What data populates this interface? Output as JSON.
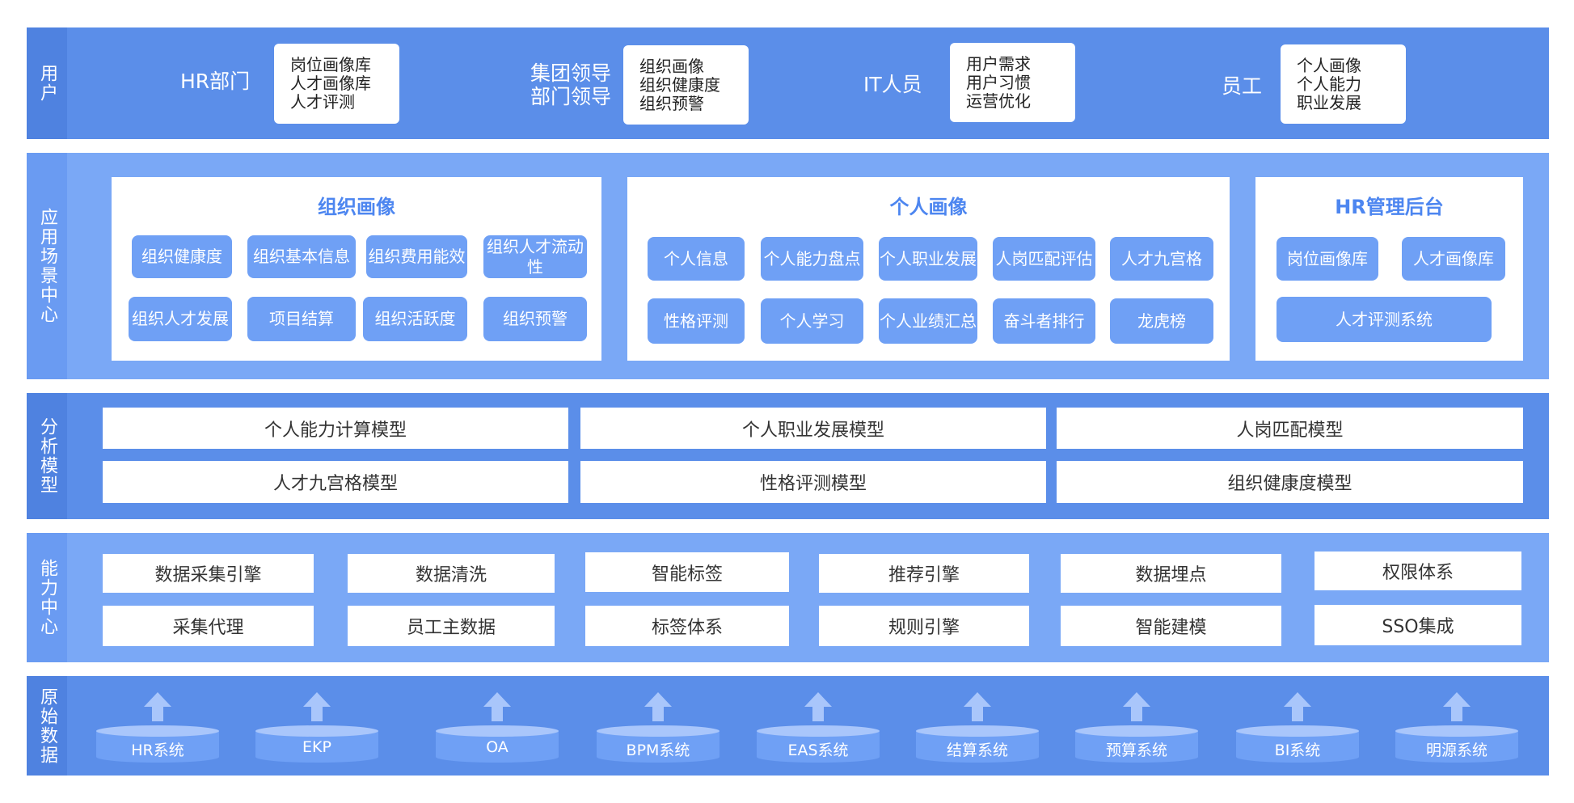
{
  "colors": {
    "band_user": "#5b8ee9",
    "band_scene": "#7aa8f6",
    "band_model": "#5b8ee9",
    "band_ability": "#7aa8f6",
    "band_data": "#5b8ee9",
    "label_strip": "#4f82e0",
    "pill": "#6fa0f5",
    "panel_title": "#4d86f0"
  },
  "layers": {
    "user": "用户",
    "scene": "应用场景中心",
    "model": "分析模型",
    "ability": "能力中心",
    "data": "原始数据"
  },
  "users": [
    {
      "role": "HR部门",
      "items": [
        "岗位画像库",
        "人才画像库",
        "人才评测"
      ]
    },
    {
      "role": "集团领导\n部门领导",
      "items": [
        "组织画像",
        "组织健康度",
        "组织预警"
      ]
    },
    {
      "role": "IT人员",
      "items": [
        "用户需求",
        "用户习惯",
        "运营优化"
      ]
    },
    {
      "role": "员工",
      "items": [
        "个人画像",
        "个人能力",
        "职业发展"
      ]
    }
  ],
  "scene_panels": {
    "org": {
      "title": "组织画像",
      "items": [
        "组织健康度",
        "组织基本信息",
        "组织费用能效",
        "组织人才流动性",
        "组织人才发展",
        "项目结算",
        "组织活跃度",
        "组织预警"
      ]
    },
    "personal": {
      "title": "个人画像",
      "items": [
        "个人信息",
        "个人能力盘点",
        "个人职业发展",
        "人岗匹配评估",
        "人才九宫格",
        "性格评测",
        "个人学习",
        "个人业绩汇总",
        "奋斗者排行",
        "龙虎榜"
      ]
    },
    "hr": {
      "title": "HR管理后台",
      "items": [
        "岗位画像库",
        "人才画像库",
        "人才评测系统"
      ]
    }
  },
  "models": [
    "个人能力计算模型",
    "个人职业发展模型",
    "人岗匹配模型",
    "人才九宫格模型",
    "性格评测模型",
    "组织健康度模型"
  ],
  "abilities": [
    "数据采集引擎",
    "数据清洗",
    "智能标签",
    "推荐引擎",
    "数据埋点",
    "权限体系",
    "采集代理",
    "员工主数据",
    "标签体系",
    "规则引擎",
    "智能建模",
    "SSO集成"
  ],
  "data_sources": [
    "HR系统",
    "EKP",
    "OA",
    "BPM系统",
    "EAS系统",
    "结算系统",
    "预算系统",
    "BI系统",
    "明源系统"
  ]
}
